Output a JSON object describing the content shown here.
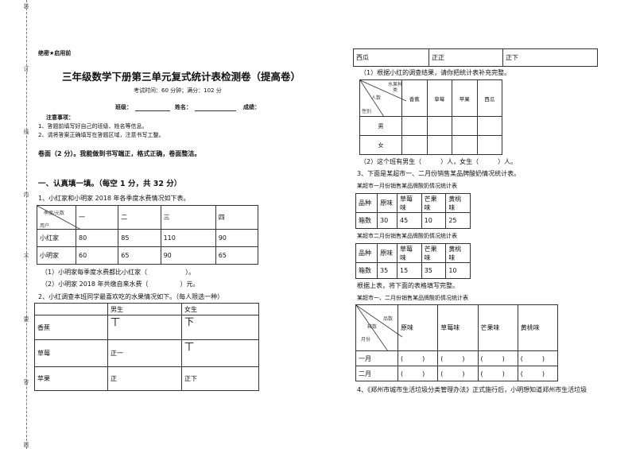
{
  "binding_text": [
    "装",
    "订",
    "线",
    "内",
    "不",
    "要",
    "答",
    "题"
  ],
  "confidential": "绝密★启用前",
  "title": "三年级数学下册第三单元复式统计表检测卷（提高卷）",
  "exam_info": "考试时间：60 分钟；满分：102 分",
  "student": {
    "class_label": "班级：",
    "name_label": "姓名：",
    "score_label": "成绩："
  },
  "notes": {
    "heading": "注意事项：",
    "items": [
      "1、答题前填写好自己的班级、姓名等信息。",
      "2、请将答案正确填写在答题区域，注意书写工整。"
    ]
  },
  "neatness": "卷面（2 分）。我能做到书写端正，格式正确，卷面整洁。",
  "section1": "一、认真填一填。（每空 1 分，共 32 分）",
  "q1": {
    "text": "1、小红家和小明家 2018 年各季度水费情况如下表。",
    "diag_top": "季度/元数",
    "diag_bottom": "用户",
    "headers": [
      "一",
      "二",
      "三",
      "四"
    ],
    "rows": [
      {
        "label": "小红家",
        "values": [
          "80",
          "85",
          "110",
          "90"
        ]
      },
      {
        "label": "小明家",
        "values": [
          "60",
          "65",
          "90",
          "65"
        ]
      }
    ],
    "sub1": "（1）小明家每季度水费都比小红家（　　　　　　）。",
    "sub2": "（2）小明家 2018 年共缴自来水费（　　　　　）元。"
  },
  "q2": {
    "text": "2、小红调查本班同学最喜欢吃的水果情况如下。（每人限选一种）",
    "headers": [
      "",
      "男生",
      "女生"
    ],
    "rows": [
      {
        "label": "香蕉",
        "boys": "丅",
        "girls": "下"
      },
      {
        "label": "草莓",
        "boys": "正一",
        "girls": "丅"
      },
      {
        "label": "苹果",
        "boys": "正",
        "girls": "正下"
      }
    ],
    "watermelon": {
      "label": "西瓜",
      "boys": "正正",
      "girls": "正下"
    },
    "sub1": "（1）根据小红的调查结果，请你把统计表补充完整。",
    "table2": {
      "diag_top": "水果种类",
      "diag_mid": "人数",
      "diag_bottom": "性别",
      "fruits": [
        "香蕉",
        "草莓",
        "苹果",
        "西瓜"
      ],
      "rows": [
        "男",
        "女"
      ]
    },
    "sub2": "（2）这个班有男生（　　　）人，女生（　　　）人。"
  },
  "q3": {
    "text": "3、下面是某超市一、二月份销售某品牌酸奶情况统计表。",
    "jan_caption": "某超市一月份销售某品牌酸奶情况统计表",
    "feb_caption": "某超市二月份销售某品牌酸奶情况统计表",
    "headers": [
      "品种",
      "原味",
      "草莓味",
      "芒果味",
      "黄桃味"
    ],
    "jan": {
      "label": "箱数",
      "values": [
        "30",
        "45",
        "10",
        "25"
      ]
    },
    "feb": {
      "label": "箱数",
      "values": [
        "35",
        "15",
        "35",
        "10"
      ]
    },
    "instruction": "根据上表，将下面的表格填写完整。",
    "combined_caption": "某超市一、二月份销售某品牌酸奶情况统计表",
    "combined_diag": {
      "top": "品数",
      "mid": "箱数",
      "bottom": "月份"
    },
    "combined_headers": [
      "原味",
      "草莓味",
      "芒果味",
      "黄桃味"
    ],
    "months": [
      "一月",
      "二月"
    ],
    "blank": "(　　　)"
  },
  "q4": "4、《郑州市城市生活垃圾分类管理办法》正式施行后，小明想知道郑州市生活垃圾"
}
